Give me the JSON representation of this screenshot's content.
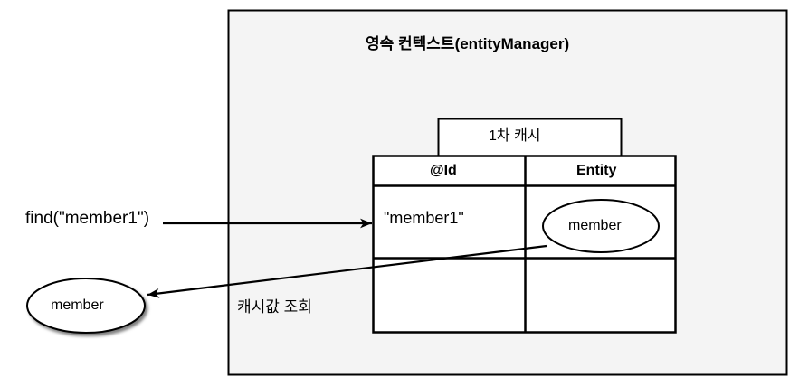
{
  "diagram": {
    "type": "persistence-context-first-level-cache",
    "background_color": "#ffffff",
    "container": {
      "title": "영속 컨텍스트(entityManager)",
      "fill_color": "#f4f4f4",
      "stroke_color": "#000000"
    },
    "cache_box": {
      "label": "1차 캐시",
      "fill_color": "#ffffff",
      "stroke_color": "#000000"
    },
    "table": {
      "headers": [
        "@Id",
        "Entity"
      ],
      "rows": [
        {
          "id": "\"member1\"",
          "entity": "member"
        },
        {
          "id": "",
          "entity": ""
        }
      ],
      "fill_color": "#ffffff",
      "stroke_color": "#000000"
    },
    "entity_ellipse": {
      "label": "member",
      "fill_color": "#ffffff",
      "stroke_color": "#000000"
    },
    "result_ellipse": {
      "label": "member",
      "fill_color": "#ffffff",
      "stroke_color": "#000000",
      "has_shadow": true
    },
    "annotations": {
      "find_call": "find(\"member1\")",
      "cache_lookup": "캐시값 조회"
    },
    "arrows": [
      {
        "name": "find-arrow",
        "direction": "right",
        "from": "find(\"member1\")",
        "to": "@Id cell"
      },
      {
        "name": "cache-return-arrow",
        "direction": "left",
        "from": "member entity in cache",
        "to": "member result"
      }
    ]
  }
}
